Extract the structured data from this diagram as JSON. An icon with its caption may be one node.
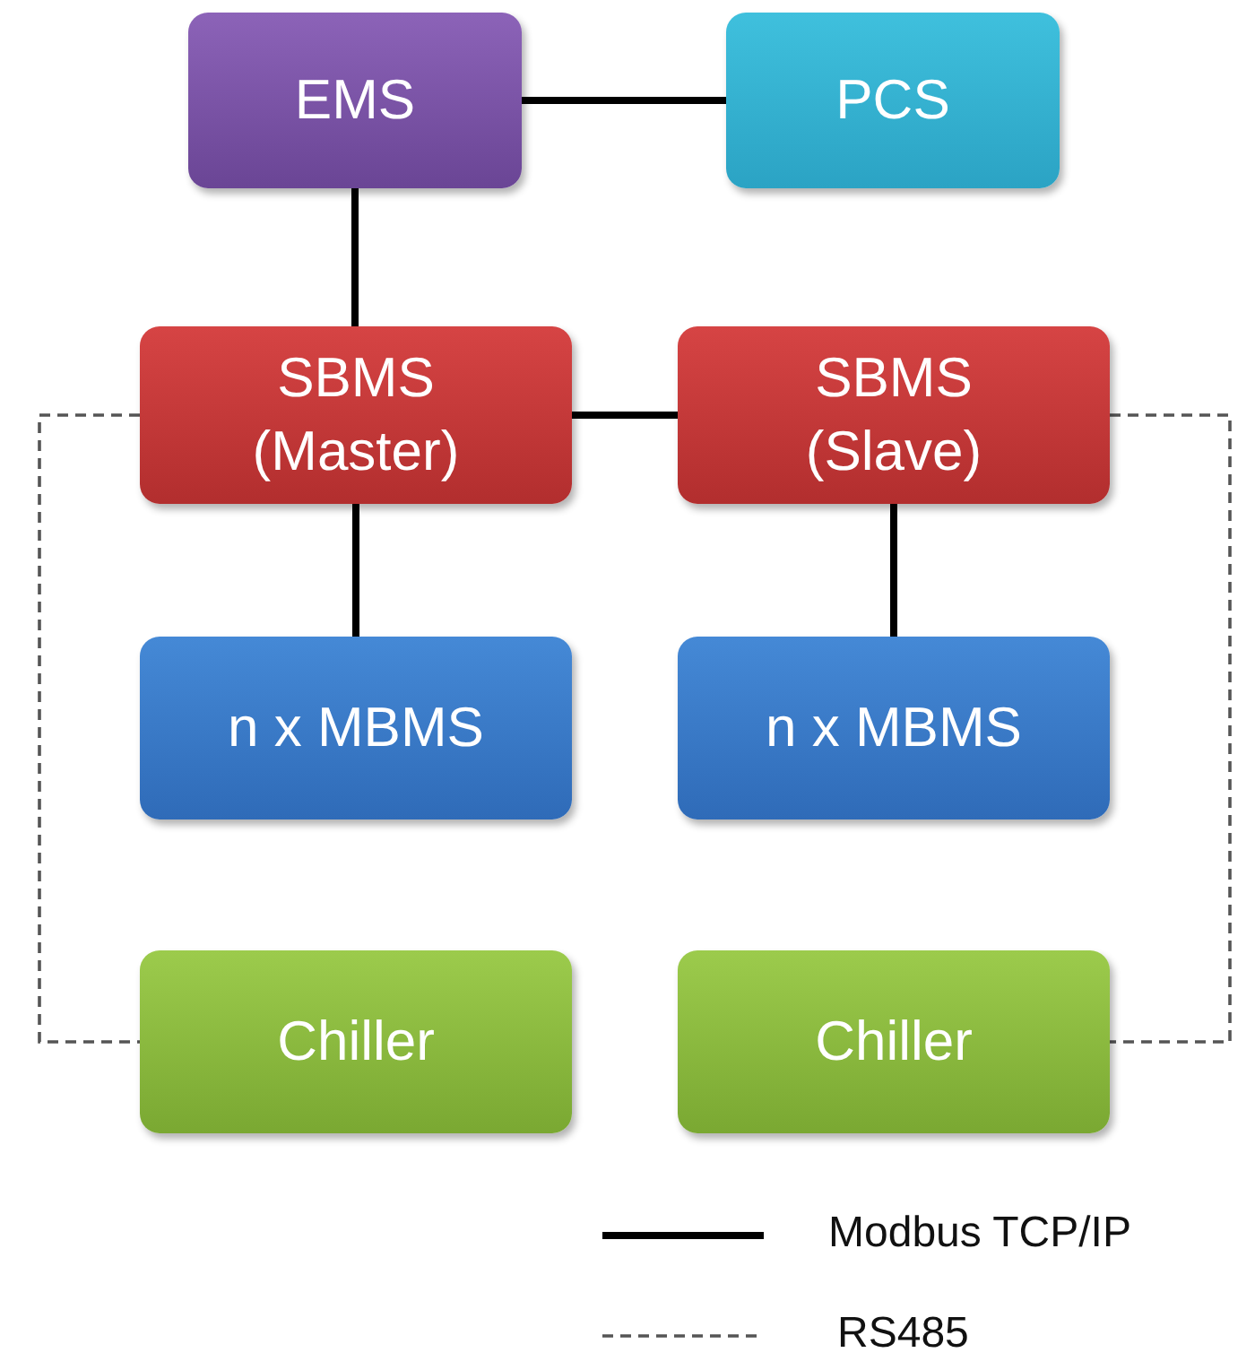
{
  "diagram": {
    "nodes": [
      {
        "text": [
          "EMS"
        ]
      },
      {
        "text": [
          "PCS"
        ]
      },
      {
        "text": [
          "SBMS (Master)"
        ]
      },
      {
        "text": [
          "SBMS (Slave)"
        ]
      },
      {
        "text": [
          "n x MBMS"
        ]
      },
      {
        "text": [
          "n x MBMS"
        ]
      },
      {
        "text": [
          "Chiller"
        ]
      },
      {
        "text": [
          "Chiller"
        ]
      }
    ],
    "edges": [
      {
        "from": 0,
        "to": 1,
        "arrow": "none"
      },
      {
        "from": 0,
        "to": 2,
        "arrow": "none"
      },
      {
        "from": 2,
        "to": 3,
        "arrow": "none"
      },
      {
        "from": 2,
        "to": 4,
        "arrow": "none"
      },
      {
        "from": 3,
        "to": 5,
        "arrow": "none"
      },
      {
        "from": 2,
        "to": 6,
        "arrow": "none",
        "style": "dashed"
      },
      {
        "from": 3,
        "to": 7,
        "arrow": "none",
        "style": "dashed"
      }
    ],
    "legend": [
      {
        "text": "Modbus TCP/IP"
      },
      {
        "text": "RS485"
      }
    ]
  }
}
